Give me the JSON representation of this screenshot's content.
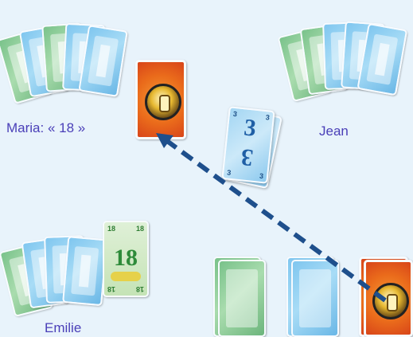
{
  "players": {
    "maria": {
      "label": "Maria: « 18 »"
    },
    "jean": {
      "label": "Jean"
    },
    "emilie": {
      "label": "Emilie"
    }
  },
  "cards": {
    "emilie_revealed": {
      "value": "18",
      "corner": "18"
    },
    "center_discard": {
      "value": "3",
      "corner": "3"
    }
  },
  "colors": {
    "background": "#e8f3fb",
    "label": "#4a3fb8",
    "arrow": "#1e4f8c",
    "card_blue": "#7fc6ef",
    "card_green": "#79c28a",
    "card_orange": "#ea6b1b"
  },
  "icons": {
    "card_back": "skyjo-card-back",
    "token": "skyjo-logo-token",
    "arrow": "dashed-arrow"
  }
}
